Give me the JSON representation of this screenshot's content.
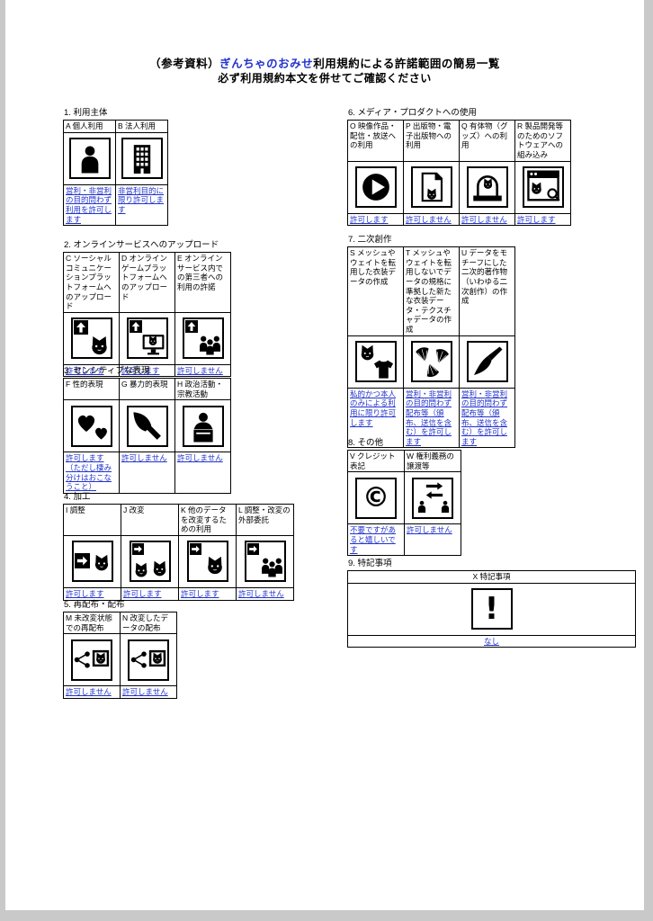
{
  "page": {
    "title_prefix": "（参考資料）",
    "title_link": "ぎんちゃのおみせ",
    "title_suffix": "利用規約による許諾範囲の簡易一覧",
    "subtitle": "必ず利用規約本文を併せてご確認ください"
  },
  "colors": {
    "link_blue": "#2233cc",
    "border": "#000000",
    "page_bg": "#ffffff"
  },
  "glyphs": {
    "copyright": "©",
    "exclamation": "!"
  },
  "sections": [
    {
      "label": "1. 利用主体",
      "items": [
        {
          "code": "A",
          "title": "A 個人利用",
          "icons": [
            "person"
          ],
          "result": "営利・非営利の目的問わず利用を許可します"
        },
        {
          "code": "B",
          "title": "B 法人利用",
          "icons": [
            "building"
          ],
          "result": "非営利目的に限り許可します"
        }
      ]
    },
    {
      "label": "2. オンラインサービスへのアップロード",
      "items": [
        {
          "code": "C",
          "title": "C ソーシャルコミュニケーションプラットフォームへのアップロード",
          "icons": [
            "upload",
            "cat"
          ],
          "result": "許可します"
        },
        {
          "code": "D",
          "title": "D オンラインゲームプラットフォームへのアップロード",
          "icons": [
            "upload",
            "monitor",
            "cat"
          ],
          "result": "許可します"
        },
        {
          "code": "E",
          "title": "E オンラインサービス内での第三者への利用の許諾",
          "icons": [
            "upload",
            "people"
          ],
          "result": "許可しません"
        }
      ]
    },
    {
      "label": "3. センシティブな表現",
      "items": [
        {
          "code": "F",
          "title": "F 性的表現",
          "icons": [
            "heart",
            "heart"
          ],
          "result": "許可します（ただし棲み分けはおこなうこと）"
        },
        {
          "code": "G",
          "title": "G 暴力的表現",
          "icons": [
            "knife"
          ],
          "result": "許可しません"
        },
        {
          "code": "H",
          "title": "H 政治活動・宗教活動",
          "icons": [
            "podium"
          ],
          "result": "許可しません"
        }
      ]
    },
    {
      "label": "4. 加工",
      "items": [
        {
          "code": "I",
          "title": "I 調整",
          "icons": [
            "arrow",
            "cat"
          ],
          "result": "許可します"
        },
        {
          "code": "J",
          "title": "J 改変",
          "icons": [
            "arrow",
            "cat",
            "cat"
          ],
          "result": "許可します"
        },
        {
          "code": "K",
          "title": "K 他のデータを改変するための利用",
          "icons": [
            "arrow",
            "cat"
          ],
          "result": "許可します"
        },
        {
          "code": "L",
          "title": "L 調整・改変の外部委託",
          "icons": [
            "arrow",
            "people"
          ],
          "result": "許可しません"
        }
      ]
    },
    {
      "label": "5. 再配布・配布",
      "items": [
        {
          "code": "M",
          "title": "M 未改変状態での再配布",
          "icons": [
            "share",
            "frame",
            "cat"
          ],
          "result": "許可しません"
        },
        {
          "code": "N",
          "title": "N 改変したデータの配布",
          "icons": [
            "share",
            "frame",
            "cat"
          ],
          "result": "許可しません"
        }
      ]
    },
    {
      "label": "6. メディア・プロダクトへの使用",
      "items": [
        {
          "code": "O",
          "title": "O 映像作品・配信・放送への利用",
          "icons": [
            "play"
          ],
          "result": "許可します"
        },
        {
          "code": "P",
          "title": "P 出版物・電子出版物への利用",
          "icons": [
            "document",
            "cat"
          ],
          "result": "許可しません"
        },
        {
          "code": "Q",
          "title": "Q 有体物（グッズ）への利用",
          "icons": [
            "dome",
            "cat"
          ],
          "result": "許可しません"
        },
        {
          "code": "R",
          "title": "R 製品開発等のためのソフトウェアへの組み込み",
          "icons": [
            "browser",
            "cat",
            "magnifier"
          ],
          "result": "許可します"
        }
      ]
    },
    {
      "label": "7. 二次創作",
      "items": [
        {
          "code": "S",
          "title": "S メッシュやウェイトを転用した衣装データの作成",
          "icons": [
            "cat",
            "shirt"
          ],
          "result": "私的かつ本人のみによる利用に限り許可します"
        },
        {
          "code": "T",
          "title": "T メッシュやウェイトを転用しないでデータの規格に準拠した新たな衣装データ・テクスチャデータの作成",
          "icons": [
            "fan",
            "fan",
            "fan"
          ],
          "result": "営利・非営利の目的問わず配布等（頒布、送信を含む）を許可します"
        },
        {
          "code": "U",
          "title": "U データをモチーフにした二次的著作物（いわゆる二次創作）の作成",
          "icons": [
            "brush"
          ],
          "result": "営利・非営利の目的問わず配布等（頒布、送信を含む）を許可します"
        }
      ]
    },
    {
      "label": "8. その他",
      "items": [
        {
          "code": "V",
          "title": "V クレジット表記",
          "icons": [
            "copyright"
          ],
          "result": "不要ですがあると嬉しいです"
        },
        {
          "code": "W",
          "title": "W 権利義務の譲渡等",
          "icons": [
            "person",
            "swap",
            "person"
          ],
          "result": "許可しません"
        }
      ]
    },
    {
      "label": "9. 特記事項",
      "items": [
        {
          "code": "X",
          "title": "X 特記事項",
          "icons": [
            "exclamation"
          ],
          "result": "なし"
        }
      ]
    }
  ]
}
